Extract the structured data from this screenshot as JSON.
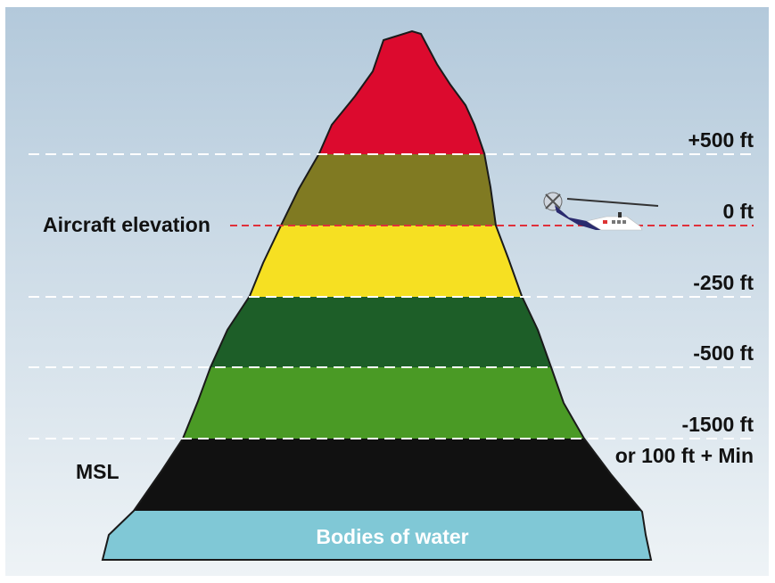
{
  "diagram": {
    "levels": [
      {
        "label": "+500 ft",
        "color": "#dc0a2e"
      },
      {
        "label": "0 ft",
        "color": "#807a22"
      },
      {
        "label": "-250 ft",
        "color": "#f6e022"
      },
      {
        "label": "-500 ft",
        "color": "#1d5e28"
      },
      {
        "label": "-1500 ft",
        "color": "#4a9a25"
      },
      {
        "label": "or 100 ft + Min",
        "color": "#111111"
      }
    ],
    "aircraft_elevation_label": "Aircraft elevation",
    "msl_label": "MSL",
    "water_label": "Bodies of water",
    "water_color": "#80c8d6",
    "aircraft_line_color": "#e0303a",
    "icons": [
      "helicopter-icon"
    ]
  }
}
